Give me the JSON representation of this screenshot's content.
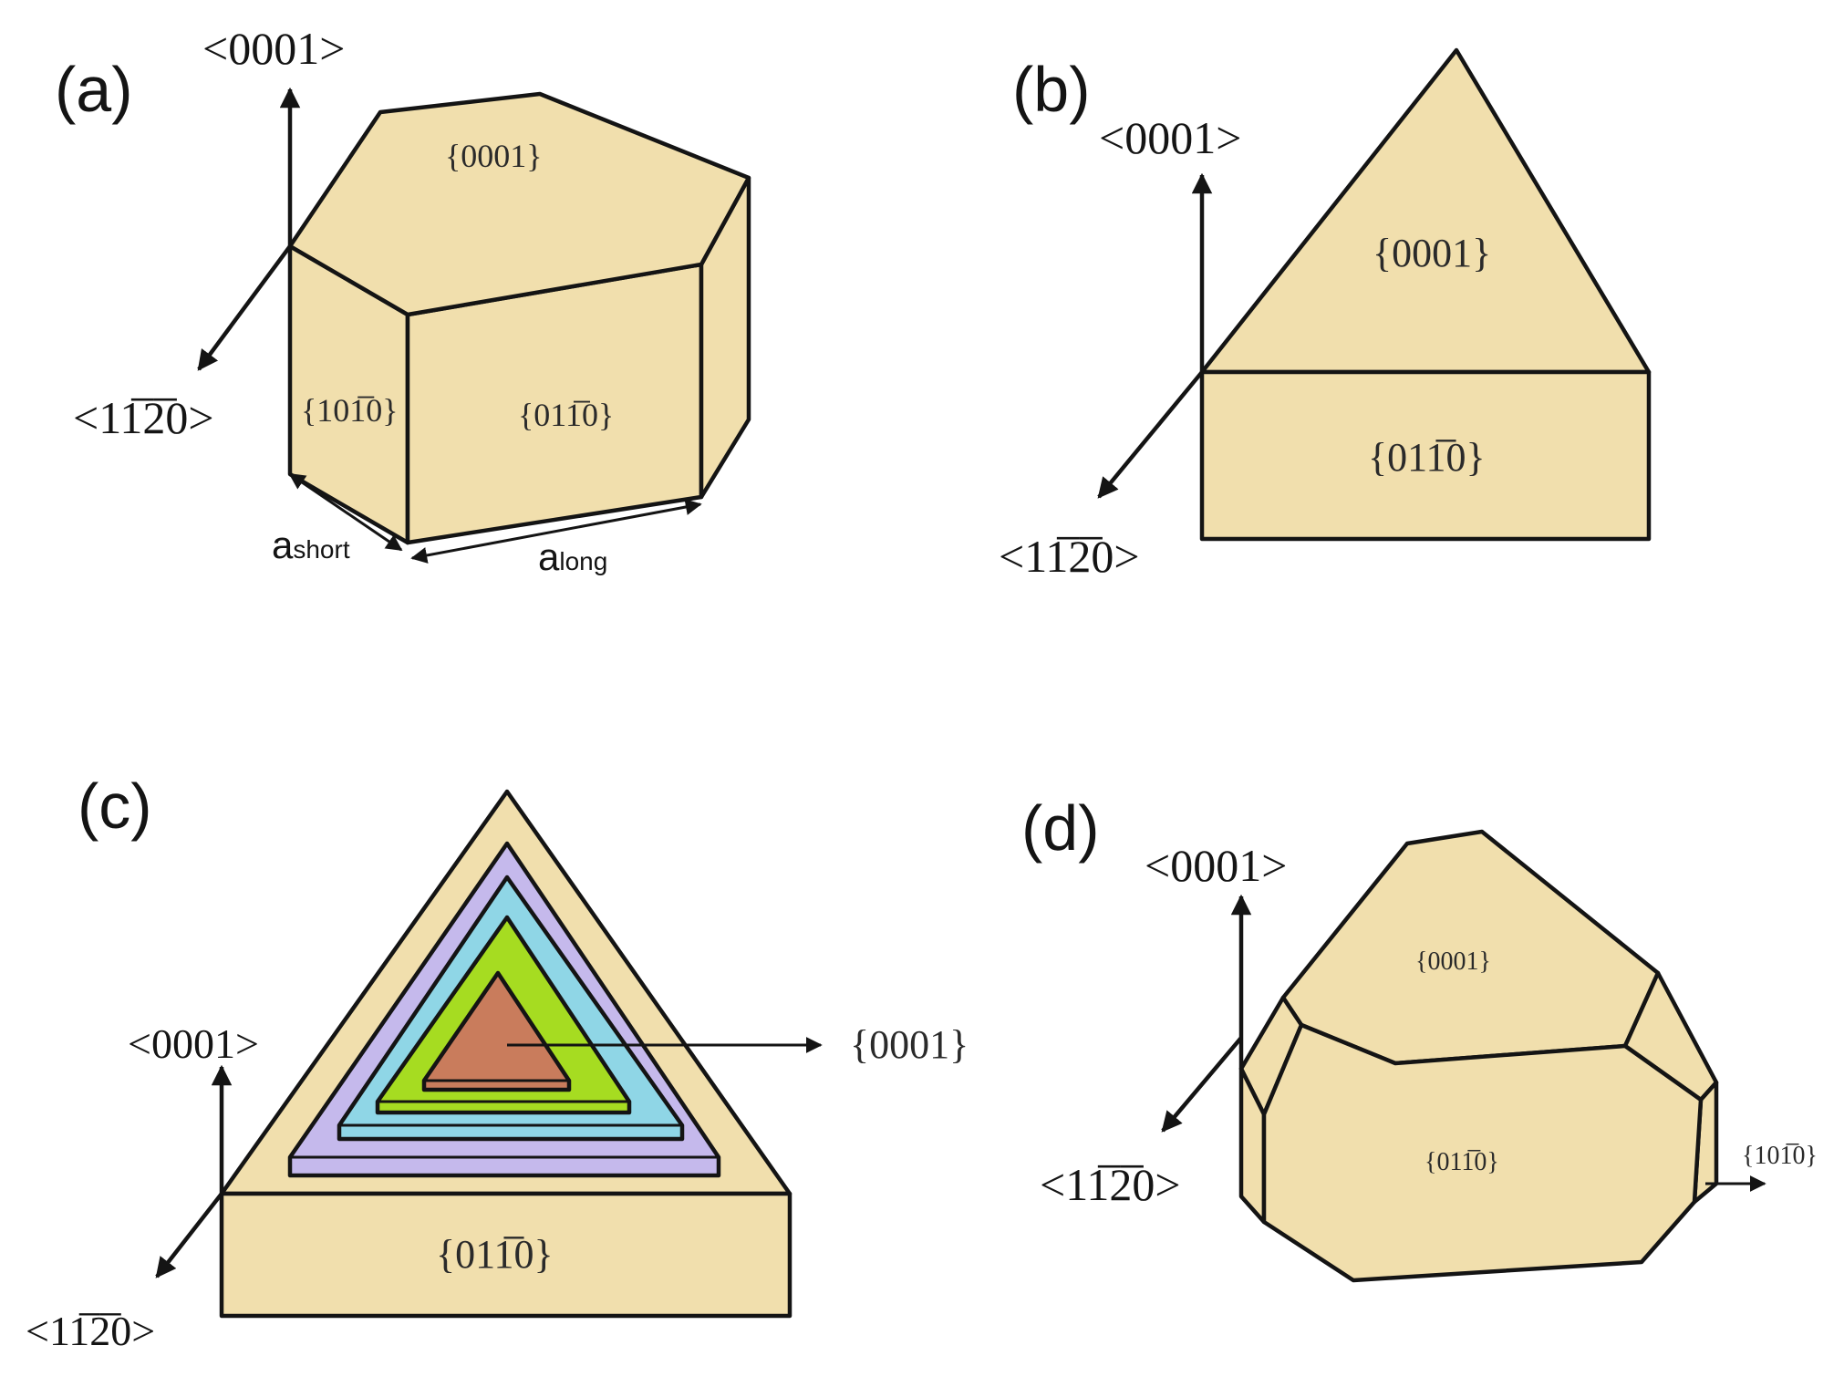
{
  "panels": {
    "a": {
      "label": "(a)",
      "dir_c": "<0001>",
      "dir_a": "<11̅2̅0>",
      "face_top": "{0001}",
      "face_left": "{101̅0}",
      "face_front": "{011̅0}",
      "a_short_main": "a",
      "a_short_sub": "short",
      "a_long_main": "a",
      "a_long_sub": "long"
    },
    "b": {
      "label": "(b)",
      "dir_c": "<0001>",
      "dir_a": "<11̅2̅0>",
      "face_top": "{0001}",
      "face_front": "{011̅0}"
    },
    "c": {
      "label": "(c)",
      "dir_c": "<0001>",
      "dir_a": "<11̅2̅0>",
      "face_front": "{011̅0}",
      "layer_pointer": "{0001}",
      "layer_colors": [
        "#c5b9ec",
        "#8fd6e6",
        "#a6dc21",
        "#c97c5c"
      ]
    },
    "d": {
      "label": "(d)",
      "dir_c": "<0001>",
      "dir_a": "<11̅2̅0>",
      "face_top": "{0001}",
      "face_front": "{011̅0}",
      "side_pointer": "{101̅0}"
    }
  },
  "colors": {
    "crystal_face": "#f1dfad",
    "outline": "#141414"
  }
}
